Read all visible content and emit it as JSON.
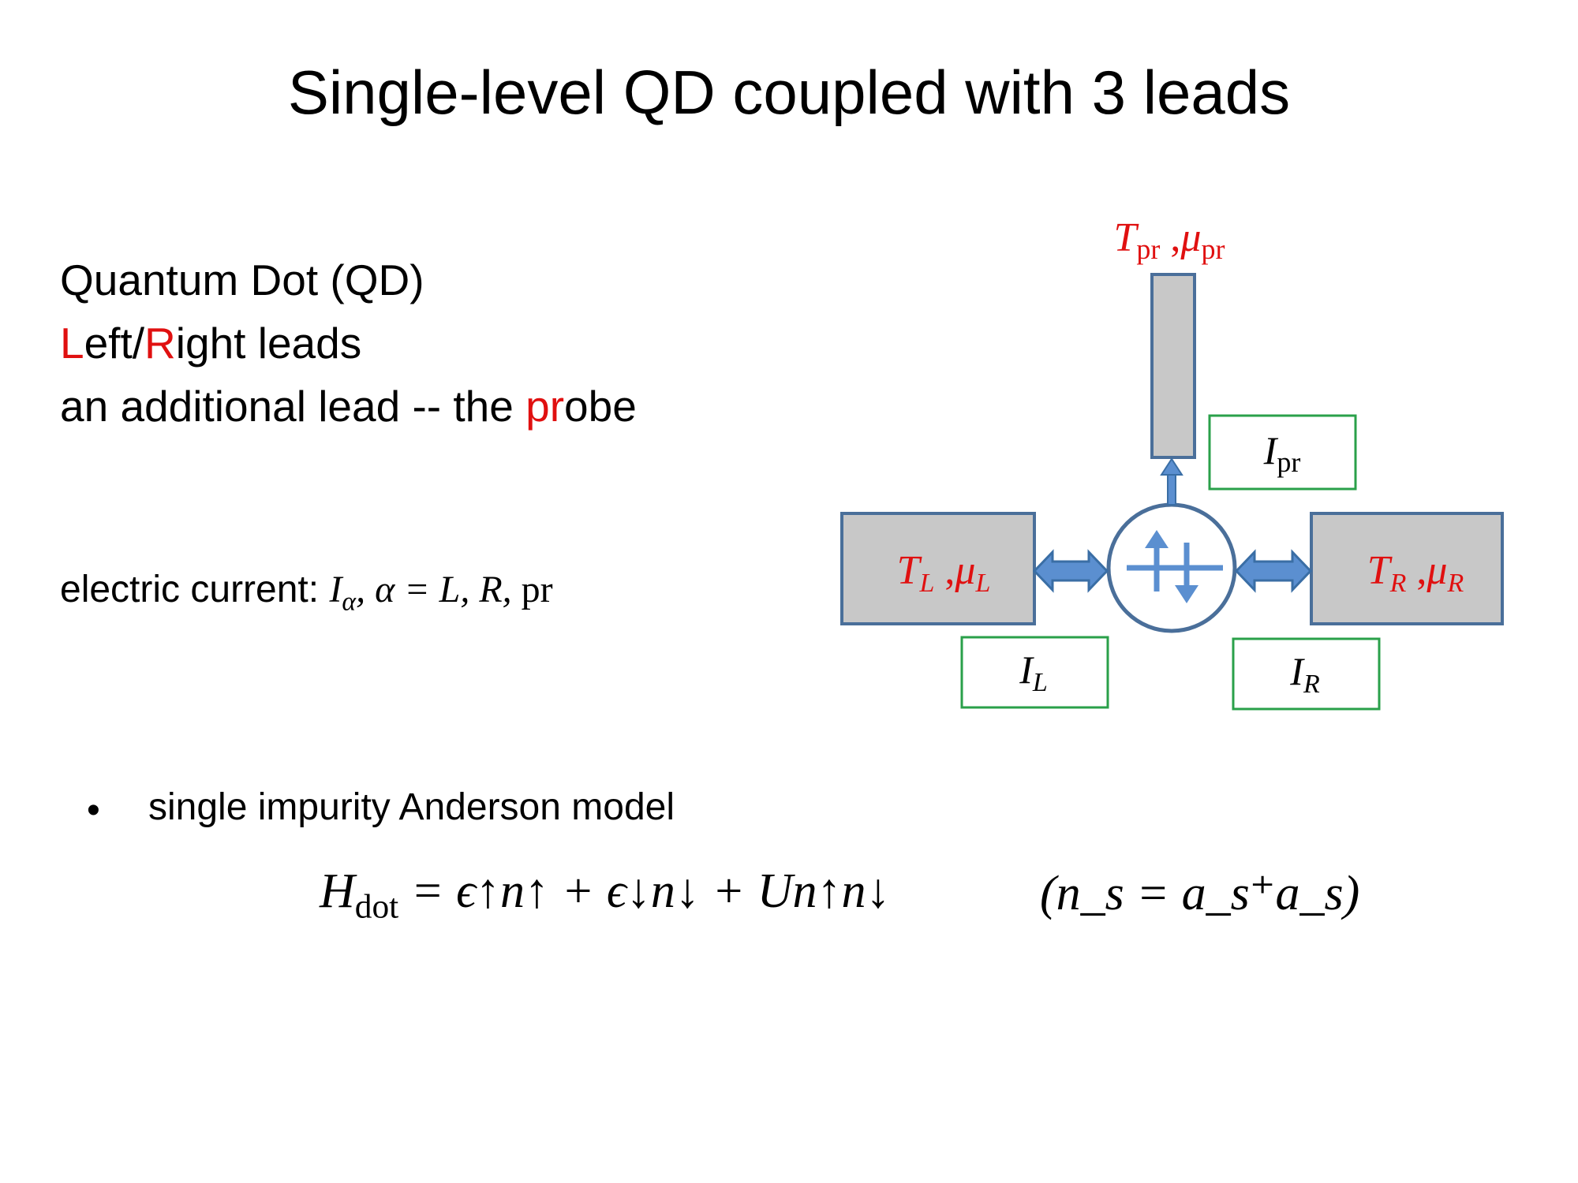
{
  "title": "Single-level QD coupled with 3 leads",
  "intro": {
    "line1": "Quantum Dot (QD)",
    "line2": {
      "l": "L",
      "eft": "eft/",
      "r": "R",
      "ight": "ight leads"
    },
    "line3": {
      "pre": "an additional lead -- the ",
      "pr": "pr",
      "post": "obe"
    }
  },
  "current": {
    "prefix": "electric current: ",
    "I": "I",
    "alpha": "α",
    "eq": ", α = ",
    "list": "L, R, ",
    "pr": "pr"
  },
  "bullet": {
    "symbol": "•",
    "text": "single impurity Anderson model"
  },
  "equation": {
    "H": "H",
    "dot": "dot",
    "rhs": " = ϵ↑n↑ + ϵ↓n↓ + Un↑n↓",
    "note": "(n_s = a_s⁺a_s)"
  },
  "diagram": {
    "probe_label": {
      "T": "T",
      "pr": "pr",
      "mu": "μ",
      "sep": " ,"
    },
    "left_label": {
      "T": "T",
      "L": "L",
      "mu": "μ",
      "sep": " ,"
    },
    "right_label": {
      "T": "T",
      "R": "R",
      "mu": "μ",
      "sep": " ,"
    },
    "I_pr": {
      "I": "I",
      "sub": "pr"
    },
    "I_L": {
      "I": "I",
      "sub": "L"
    },
    "I_R": {
      "I": "I",
      "sub": "R"
    }
  },
  "colors": {
    "red": "#e01010",
    "lead_fill": "#c8c8c8",
    "lead_stroke": "#4a6f9a",
    "arrow_fill": "#5b8fd0",
    "arrow_stroke": "#3a6ea5",
    "current_box": "#2aa04a"
  }
}
